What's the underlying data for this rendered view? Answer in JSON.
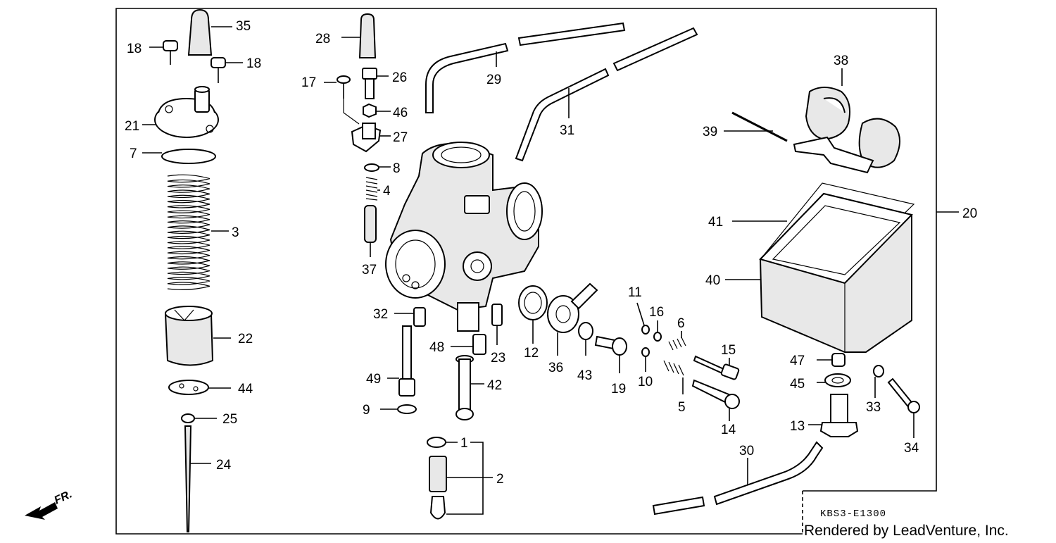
{
  "callouts": [
    {
      "id": "35",
      "label": "35"
    },
    {
      "id": "18a",
      "label": "18"
    },
    {
      "id": "18b",
      "label": "18"
    },
    {
      "id": "21",
      "label": "21"
    },
    {
      "id": "7",
      "label": "7"
    },
    {
      "id": "3",
      "label": "3"
    },
    {
      "id": "22",
      "label": "22"
    },
    {
      "id": "44",
      "label": "44"
    },
    {
      "id": "25",
      "label": "25"
    },
    {
      "id": "24",
      "label": "24"
    },
    {
      "id": "28",
      "label": "28"
    },
    {
      "id": "26",
      "label": "26"
    },
    {
      "id": "17",
      "label": "17"
    },
    {
      "id": "46",
      "label": "46"
    },
    {
      "id": "27",
      "label": "27"
    },
    {
      "id": "8",
      "label": "8"
    },
    {
      "id": "4",
      "label": "4"
    },
    {
      "id": "37",
      "label": "37"
    },
    {
      "id": "29",
      "label": "29"
    },
    {
      "id": "31",
      "label": "31"
    },
    {
      "id": "32",
      "label": "32"
    },
    {
      "id": "49",
      "label": "49"
    },
    {
      "id": "9",
      "label": "9"
    },
    {
      "id": "48",
      "label": "48"
    },
    {
      "id": "23",
      "label": "23"
    },
    {
      "id": "42",
      "label": "42"
    },
    {
      "id": "12",
      "label": "12"
    },
    {
      "id": "36",
      "label": "36"
    },
    {
      "id": "43",
      "label": "43"
    },
    {
      "id": "19",
      "label": "19"
    },
    {
      "id": "11",
      "label": "11"
    },
    {
      "id": "16",
      "label": "16"
    },
    {
      "id": "6",
      "label": "6"
    },
    {
      "id": "10",
      "label": "10"
    },
    {
      "id": "5",
      "label": "5"
    },
    {
      "id": "15",
      "label": "15"
    },
    {
      "id": "14",
      "label": "14"
    },
    {
      "id": "1",
      "label": "1"
    },
    {
      "id": "2",
      "label": "2"
    },
    {
      "id": "30",
      "label": "30"
    },
    {
      "id": "38",
      "label": "38"
    },
    {
      "id": "39",
      "label": "39"
    },
    {
      "id": "20",
      "label": "20"
    },
    {
      "id": "41",
      "label": "41"
    },
    {
      "id": "40",
      "label": "40"
    },
    {
      "id": "47",
      "label": "47"
    },
    {
      "id": "45",
      "label": "45"
    },
    {
      "id": "33",
      "label": "33"
    },
    {
      "id": "13",
      "label": "13"
    },
    {
      "id": "34",
      "label": "34"
    }
  ],
  "diagram_code": "KBS3-E1300",
  "credit": "Rendered by LeadVenture, Inc.",
  "direction_label": "FR."
}
